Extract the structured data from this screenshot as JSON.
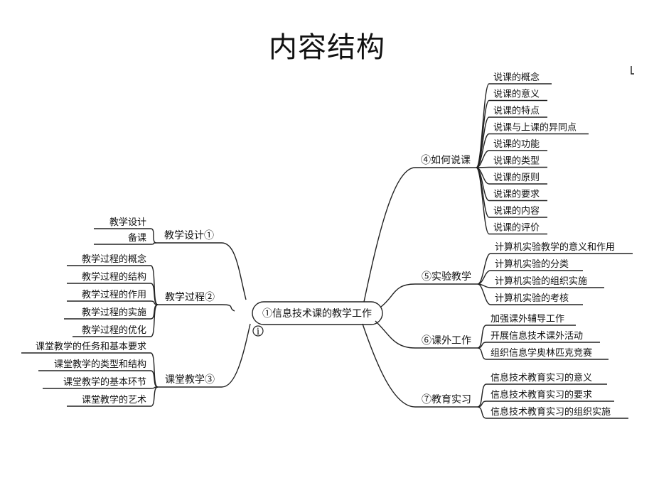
{
  "title": "内容结构",
  "center": {
    "label": "①信息技术课的教学工作",
    "info_glyph": "i"
  },
  "branches": {
    "design": {
      "label": "教学设计①",
      "items": [
        "教学设计",
        "备课"
      ]
    },
    "process": {
      "label": "教学过程②",
      "items": [
        "教学过程的概念",
        "教学过程的结构",
        "教学过程的作用",
        "教学过程的实施",
        "教学过程的优化"
      ]
    },
    "classroom": {
      "label": "课堂教学③",
      "items": [
        "课堂教学的任务和基本要求",
        "课堂教学的类型和结构",
        "课堂教学的基本环节",
        "课堂教学的艺术"
      ]
    },
    "shuoke": {
      "label": "④如何说课",
      "items": [
        "说课的概念",
        "说课的意义",
        "说课的特点",
        "说课与上课的异同点",
        "说课的功能",
        "说课的类型",
        "说课的原则",
        "说课的要求",
        "说课的内容",
        "说课的评价"
      ]
    },
    "experiment": {
      "label": "⑤实验教学",
      "items": [
        "计算机实验教学的意义和作用",
        "计算机实验的分类",
        "计算机实验的组织实施",
        "计算机实验的考核"
      ]
    },
    "extracurricular": {
      "label": "⑥课外工作",
      "items": [
        "加强课外辅导工作",
        "开展信息技术课外活动",
        "组织信息学奥林匹克竞赛"
      ]
    },
    "internship": {
      "label": "⑦教育实习",
      "items": [
        "信息技术教育实习的意义",
        "信息技术教育实习的要求",
        "信息技术教育实习的组织实施"
      ]
    }
  }
}
